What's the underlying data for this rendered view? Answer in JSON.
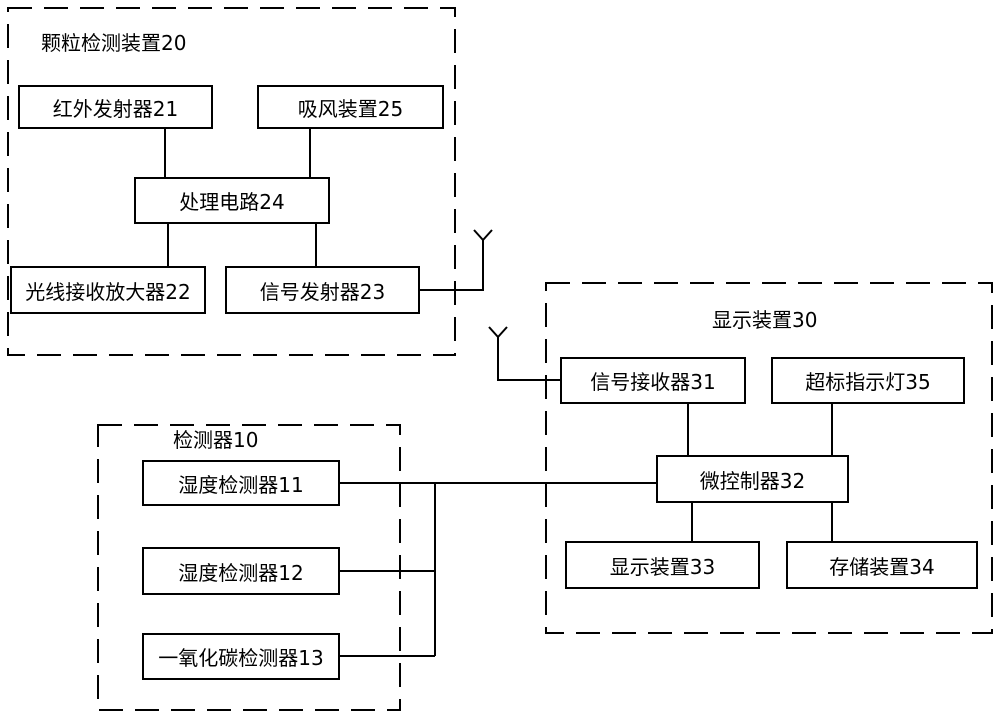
{
  "groups": {
    "particle": {
      "title": "颗粒检测装置20"
    },
    "detector": {
      "title": "检测器10"
    },
    "display": {
      "title": "显示装置30"
    }
  },
  "components": {
    "ir_emitter": "红外发射器21",
    "suction": "吸风装置25",
    "processing": "处理电路24",
    "light_receiver": "光线接收放大器22",
    "signal_tx": "信号发射器23",
    "signal_rx": "信号接收器31",
    "over_limit_light": "超标指示灯35",
    "humidity_11": "湿度检测器11",
    "mcu": "微控制器32",
    "humidity_12": "湿度检测器12",
    "display_33": "显示装置33",
    "storage_34": "存储装置34",
    "co_detector": "一氧化碳检测器13"
  }
}
